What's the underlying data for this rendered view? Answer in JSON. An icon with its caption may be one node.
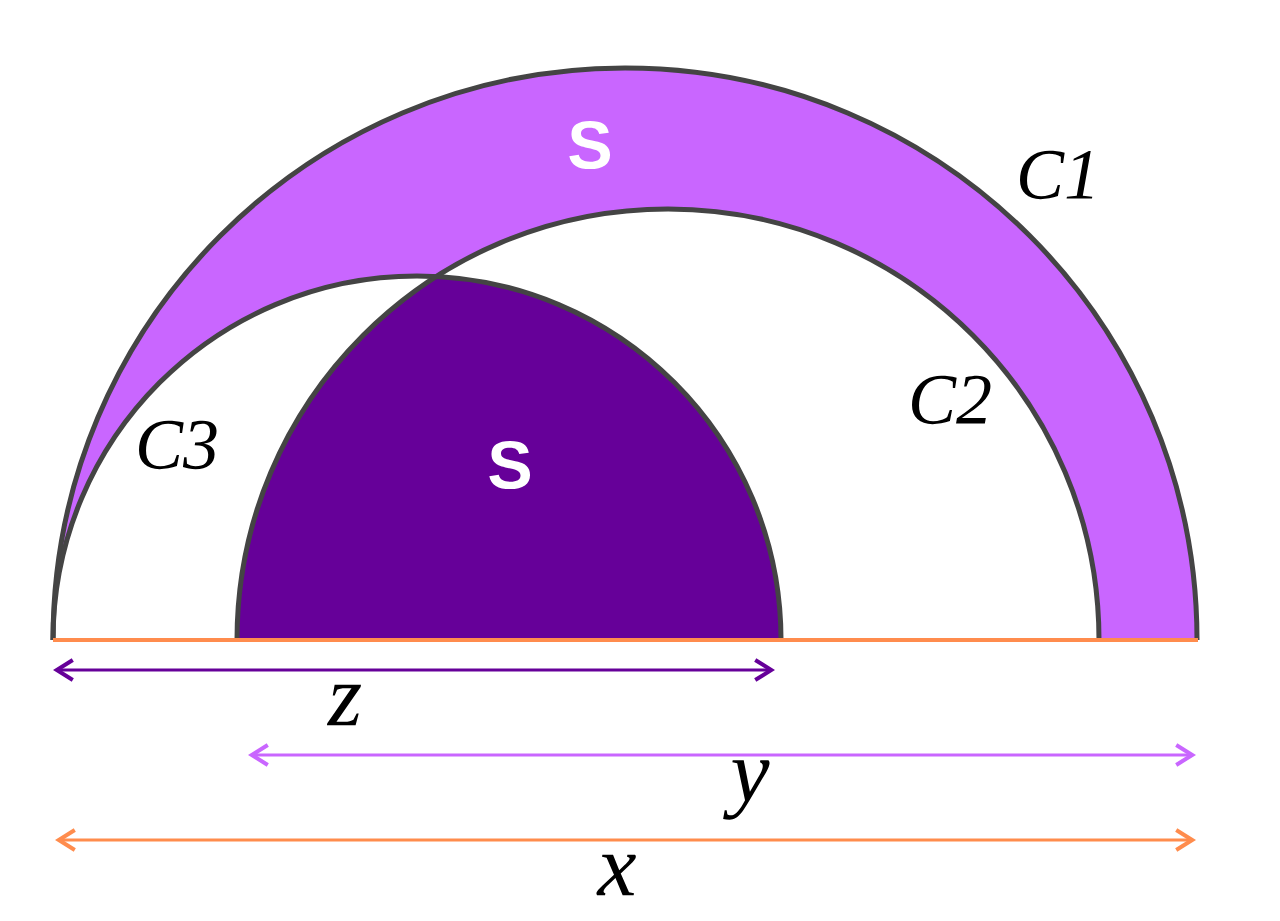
{
  "diagram": {
    "labels": [
      "S",
      "C1",
      "C2",
      "C3",
      "S",
      "z",
      "y",
      "x"
    ]
  }
}
